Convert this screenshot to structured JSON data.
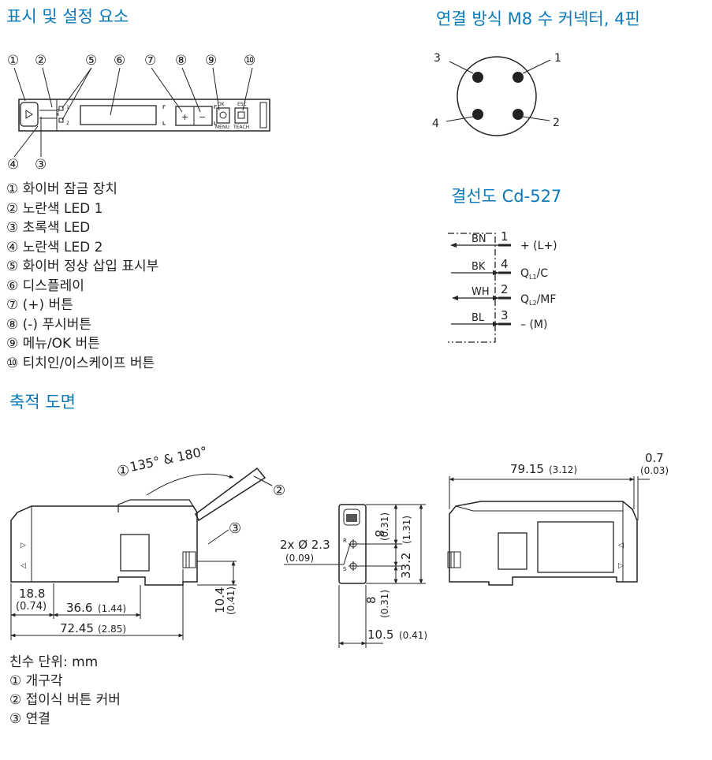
{
  "headings": {
    "display": "표시 및 설정 요소",
    "connection": "연결 방식 M8 수 커넥터, 4핀",
    "wiring": "결선도 Cd-527",
    "dimensions": "축적 도면"
  },
  "display_callouts": [
    "①",
    "②",
    "⑤",
    "⑥",
    "⑦",
    "⑧",
    "⑨",
    "⑩",
    "④",
    "③"
  ],
  "display_items": [
    "① 화이버 잠금 장치",
    "② 노란색 LED 1",
    "③ 초록색 LED",
    "④ 노란색 LED 2",
    "⑤ 화이버 정상 삽입 표시부",
    "⑥ 디스플레이",
    "⑦ (+) 버튼",
    "⑧ (-) 푸시버튼",
    "⑨ 메뉴/OK 버튼",
    "⑩ 티치인/이스케이프 버튼"
  ],
  "device_labels": {
    "ok": "OK",
    "menu": "MENU",
    "esc": "ESC",
    "teach": "TEACH",
    "led1": "1",
    "led2": "2",
    "r": "R",
    "s": "S"
  },
  "connector_pins": [
    "1",
    "2",
    "3",
    "4"
  ],
  "wiring_rows": [
    {
      "wire": "BN",
      "pin": "1",
      "signal": "+ (L+)"
    },
    {
      "wire": "BK",
      "pin": "4",
      "signal": "Q",
      "sub": "L1",
      "suffix": "/C"
    },
    {
      "wire": "WH",
      "pin": "2",
      "signal": "Q",
      "sub": "L2",
      "suffix": "/MF"
    },
    {
      "wire": "BL",
      "pin": "3",
      "signal": "– (M)"
    }
  ],
  "dim_labels": {
    "angle_num": "①",
    "angle": "135° & 180°",
    "cover_num": "②",
    "conn_num": "③",
    "d18_8": "18.8",
    "d18_8_in": "(0.74)",
    "d36_6": "36.6",
    "d36_6_in": "(1.44)",
    "d72_45": "72.45",
    "d72_45_in": "(2.85)",
    "d10_4": "10.4",
    "d10_4_in": "(0.41)",
    "hole": "2x Ø 2.3",
    "hole_in": "(0.09)",
    "d8": "8",
    "d8_in": "(0.31)",
    "d33_2": "33.2",
    "d33_2_in": "(1.31)",
    "d8b": "8",
    "d8b_in": "(0.31)",
    "d10_5": "10.5",
    "d10_5_in": "(0.41)",
    "d79_15": "79.15",
    "d79_15_in": "(3.12)",
    "d0_7": "0.7",
    "d0_7_in": "(0.03)"
  },
  "notes": [
    "친수 단위: mm",
    "① 개구각",
    "② 접이식 버튼 커버",
    "③ 연결"
  ]
}
